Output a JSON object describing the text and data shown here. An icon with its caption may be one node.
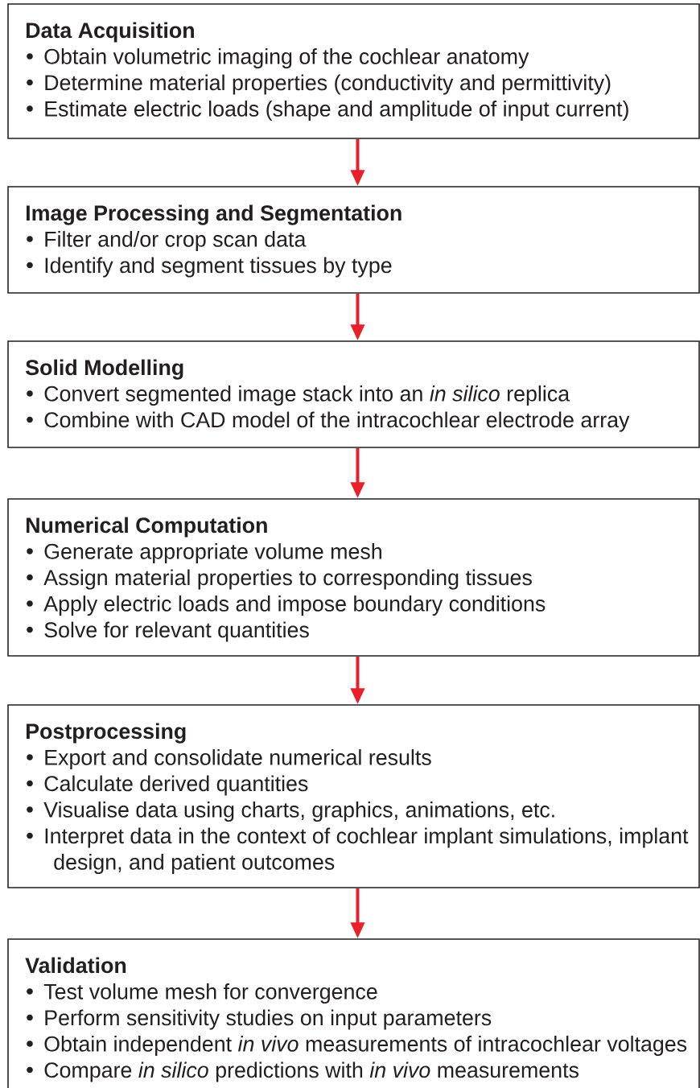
{
  "diagram": {
    "nodes": [
      {
        "text": [
          "Data Acquisition",
          "Obtain volumetric imaging of the cochlear anatomy",
          "Determine material properties (conductivity and permittivity)",
          "Estimate electric loads (shape and amplitude of input current)"
        ]
      },
      {
        "text": [
          "Image Processing and Segmentation",
          "Filter and/or crop scan data",
          "Identify and segment tissues by type"
        ]
      },
      {
        "text": [
          "Solid Modelling",
          "Convert segmented image stack into an *in silico* replica",
          "Combine with CAD model of the intracochlear electrode array"
        ]
      },
      {
        "text": [
          "Numerical Computation",
          "Generate appropriate volume mesh",
          "Assign material properties to corresponding tissues",
          "Apply electric loads and impose boundary conditions",
          "Solve for relevant quantities"
        ]
      },
      {
        "text": [
          "Postprocessing",
          "Export and consolidate numerical results",
          "Calculate derived quantities",
          "Visualise data using charts, graphics, animations, etc.",
          "Interpret data in the context of cochlear implant simulations, implant design, and patient outcomes"
        ]
      },
      {
        "text": [
          "Validation",
          "Test volume mesh for convergence",
          "Perform sensitivity studies on input parameters",
          "Obtain independent *in vivo* measurements of intracochlear voltages",
          "Compare *in silico* predictions with *in vivo* measurements"
        ]
      }
    ],
    "edges": [
      {
        "from": 0,
        "to": 1,
        "arrow": "to"
      },
      {
        "from": 1,
        "to": 2,
        "arrow": "to"
      },
      {
        "from": 2,
        "to": 3,
        "arrow": "to"
      },
      {
        "from": 3,
        "to": 4,
        "arrow": "to"
      },
      {
        "from": 4,
        "to": 5,
        "arrow": "to"
      }
    ]
  }
}
